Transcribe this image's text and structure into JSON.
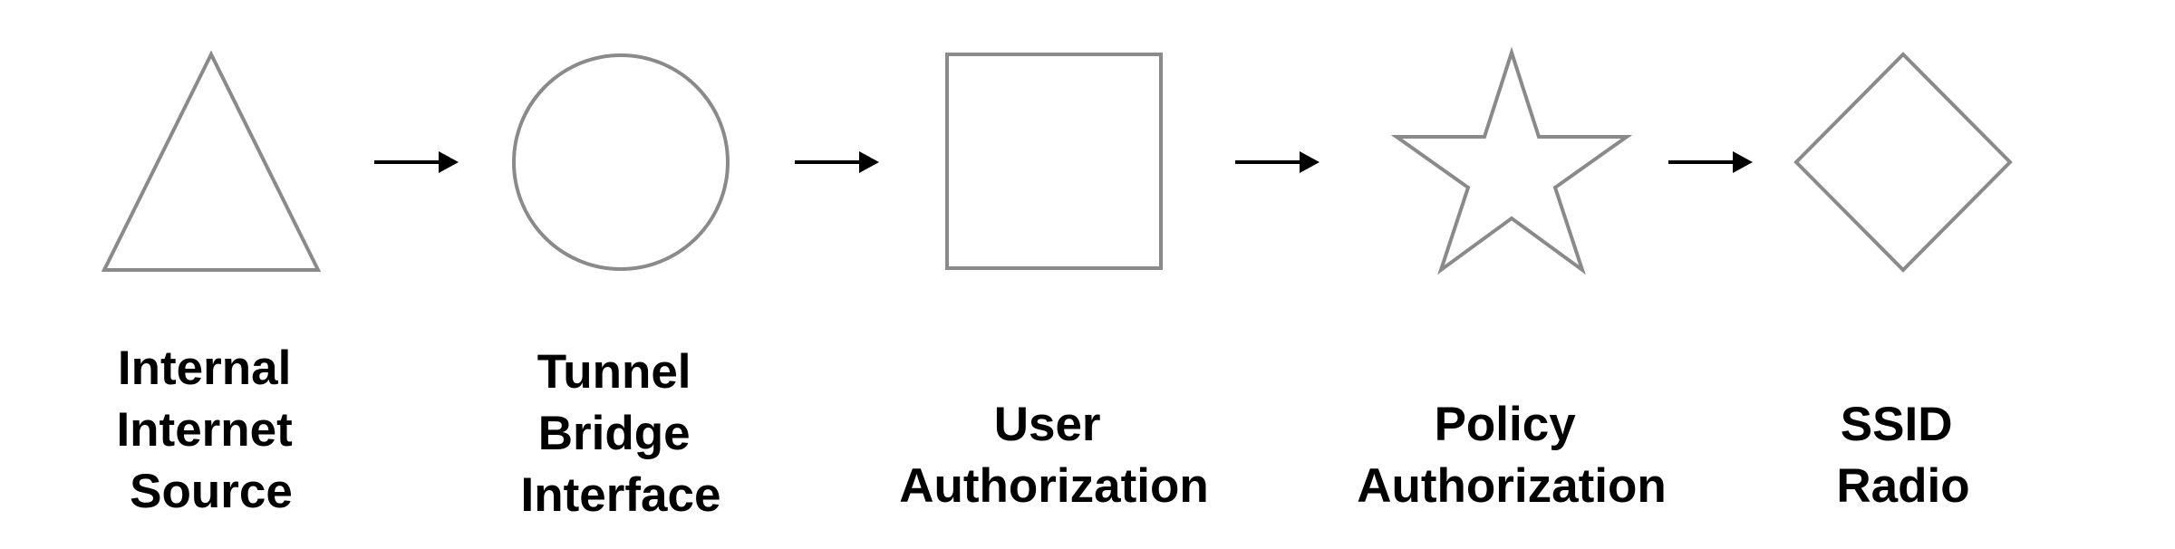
{
  "diagram": {
    "nodes": [
      {
        "id": "triangle",
        "shape": "triangle-icon",
        "label_lines": [
          "Internal",
          "Internet",
          "Source"
        ]
      },
      {
        "id": "circle",
        "shape": "circle-icon",
        "label_lines": [
          "Tunnel",
          "Bridge",
          "Interface"
        ]
      },
      {
        "id": "square",
        "shape": "square-icon",
        "label_lines": [
          "User",
          "Authorization"
        ]
      },
      {
        "id": "star",
        "shape": "star-icon",
        "label_lines": [
          "Policy",
          "Authorization"
        ]
      },
      {
        "id": "diamond",
        "shape": "diamond-icon",
        "label_lines": [
          "SSID",
          "Radio"
        ]
      }
    ],
    "edges": [
      {
        "from": "triangle",
        "to": "circle"
      },
      {
        "from": "circle",
        "to": "square"
      },
      {
        "from": "square",
        "to": "star"
      },
      {
        "from": "star",
        "to": "diamond"
      }
    ],
    "colors": {
      "shape_stroke": "#8a8a8a",
      "arrow": "#000000",
      "text": "#000000",
      "background": "#ffffff"
    }
  }
}
